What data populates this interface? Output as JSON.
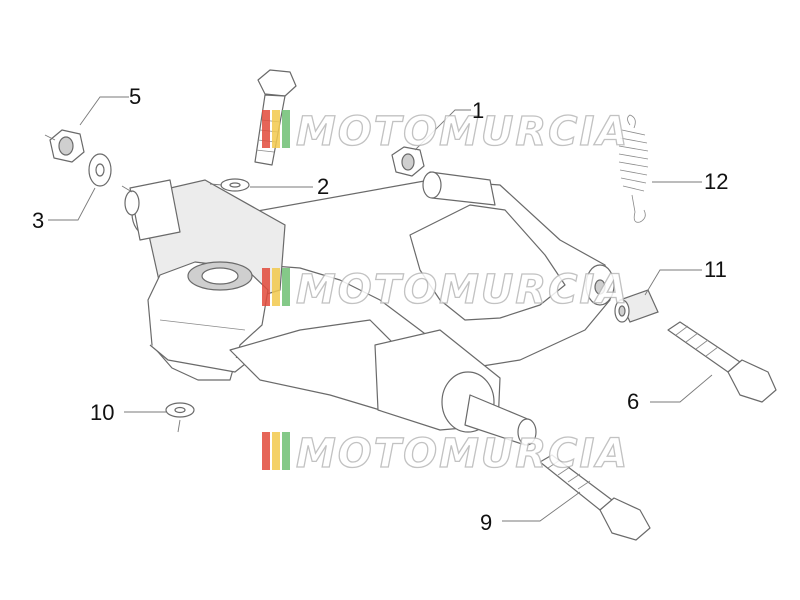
{
  "callouts": [
    {
      "id": "1",
      "label": "1"
    },
    {
      "id": "2",
      "label": "2"
    },
    {
      "id": "3",
      "label": "3"
    },
    {
      "id": "5",
      "label": "5"
    },
    {
      "id": "6",
      "label": "6"
    },
    {
      "id": "9",
      "label": "9"
    },
    {
      "id": "10",
      "label": "10"
    },
    {
      "id": "11",
      "label": "11"
    },
    {
      "id": "12",
      "label": "12"
    }
  ],
  "watermark": {
    "text": "MOTOMURCIA",
    "stripe_colors": [
      "#e24a3b",
      "#f2c94c",
      "#6fbf73"
    ]
  }
}
